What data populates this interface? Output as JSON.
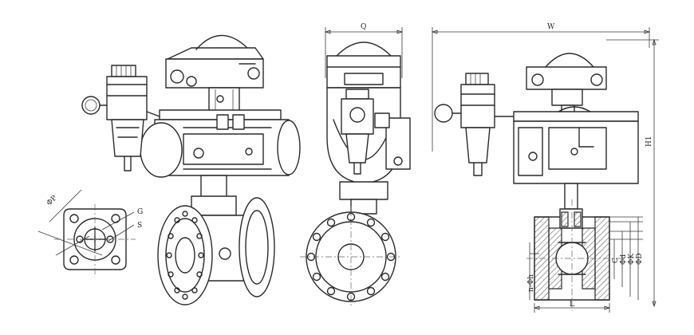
{
  "labels": {
    "q": "Q",
    "w": "W",
    "h1": "H1",
    "g": "G",
    "s": "S",
    "op": "ΦP",
    "c": "C",
    "d": "Φd",
    "k": "ΦK",
    "dd": "ΦD",
    "l": "L",
    "nh": "n-Φh"
  }
}
